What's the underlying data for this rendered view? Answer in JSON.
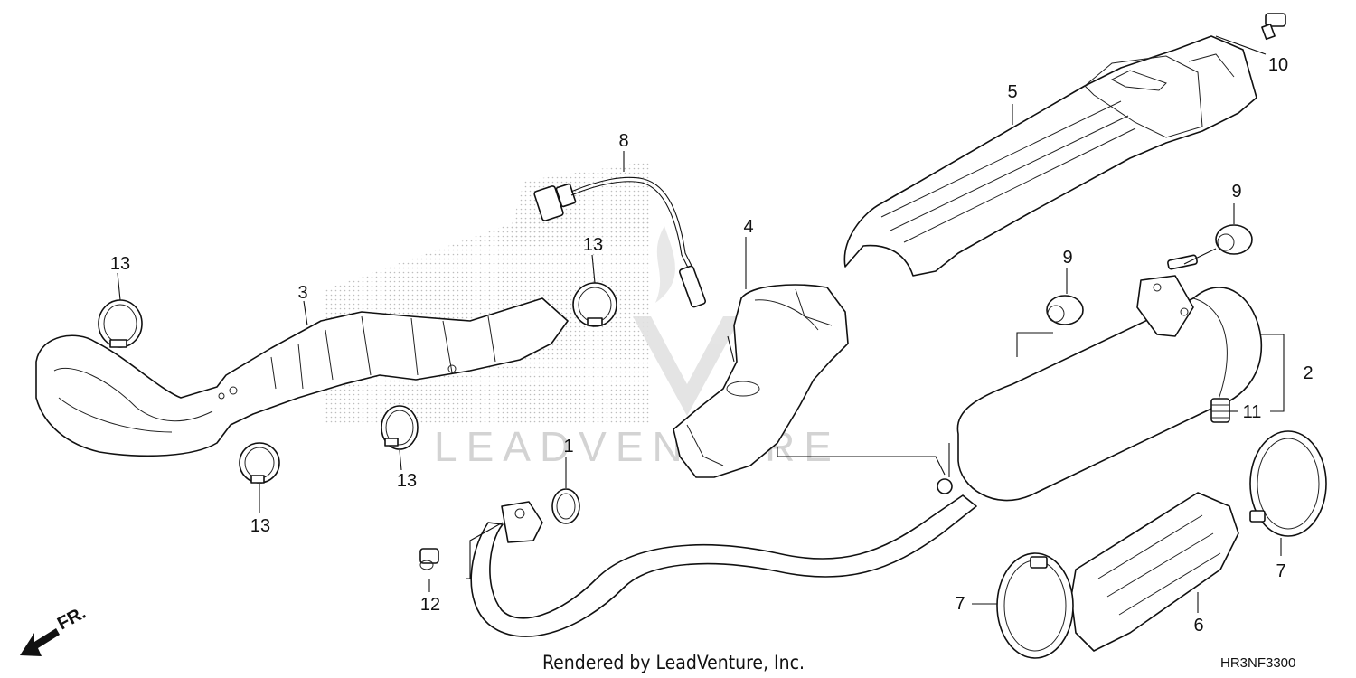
{
  "footer": {
    "rendered_by": "Rendered by LeadVenture, Inc.",
    "diagram_code": "HR3NF3300",
    "front_label": "FR."
  },
  "watermark": {
    "text": "LEADVENTURE"
  },
  "callouts": {
    "c1": "1",
    "c2": "2",
    "c3": "3",
    "c4": "4",
    "c5": "5",
    "c6": "6",
    "c7a": "7",
    "c7b": "7",
    "c8": "8",
    "c9a": "9",
    "c9b": "9",
    "c10": "10",
    "c11": "11",
    "c12": "12",
    "c13a": "13",
    "c13b": "13",
    "c13c": "13",
    "c13d": "13"
  },
  "colors": {
    "line": "#111111",
    "hatch": "#bdbdbd",
    "watermark": "#cfcfcf"
  }
}
